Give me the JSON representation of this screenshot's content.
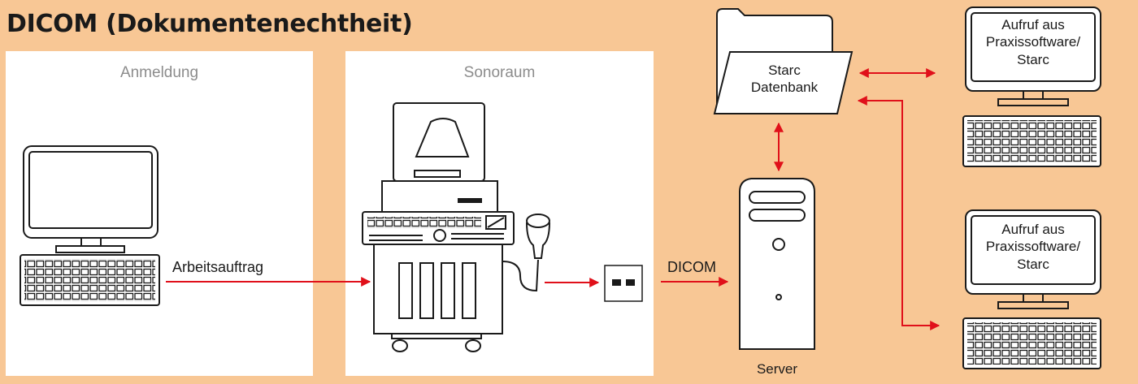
{
  "title": "DICOM (Dokumentenechtheit)",
  "panels": {
    "registration": "Anmeldung",
    "sono_room": "Sonoraum"
  },
  "labels": {
    "work_order": "Arbeitsauftrag",
    "dicom": "DICOM",
    "server": "Server",
    "database_line1": "Starc",
    "database_line2": "Datenbank",
    "client_top_line1": "Aufruf aus",
    "client_top_line2": "Praxissoftware/",
    "client_top_line3": "Starc",
    "client_bottom_line1": "Aufruf aus",
    "client_bottom_line2": "Praxissoftware/",
    "client_bottom_line3": "Starc"
  },
  "colors": {
    "background": "#f8c795",
    "panel": "#ffffff",
    "arrow": "#e0101a",
    "outline": "#1a1a1a",
    "panel_title": "#8c8c8c"
  }
}
